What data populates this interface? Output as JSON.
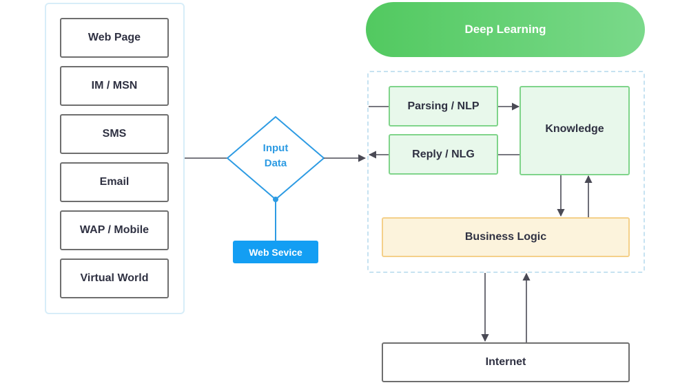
{
  "channels": {
    "items": [
      {
        "label": "Web Page"
      },
      {
        "label": "IM / MSN"
      },
      {
        "label": "SMS"
      },
      {
        "label": "Email"
      },
      {
        "label": "WAP / Mobile"
      },
      {
        "label": "Virtual World"
      }
    ]
  },
  "input": {
    "line1": "Input",
    "line2": "Data"
  },
  "web_service": {
    "label": "Web Sevice"
  },
  "header": {
    "label": "Deep Learning"
  },
  "engine": {
    "parsing": "Parsing / NLP",
    "reply": "Reply / NLG",
    "knowledge": "Knowledge",
    "business_logic": "Business Logic"
  },
  "internet": {
    "label": "Internet"
  },
  "colors": {
    "green_accent": "#52c960",
    "blue_accent": "#139ef3",
    "knowledge_fill": "#e8f8eb",
    "logic_fill": "#fcf3dc"
  }
}
